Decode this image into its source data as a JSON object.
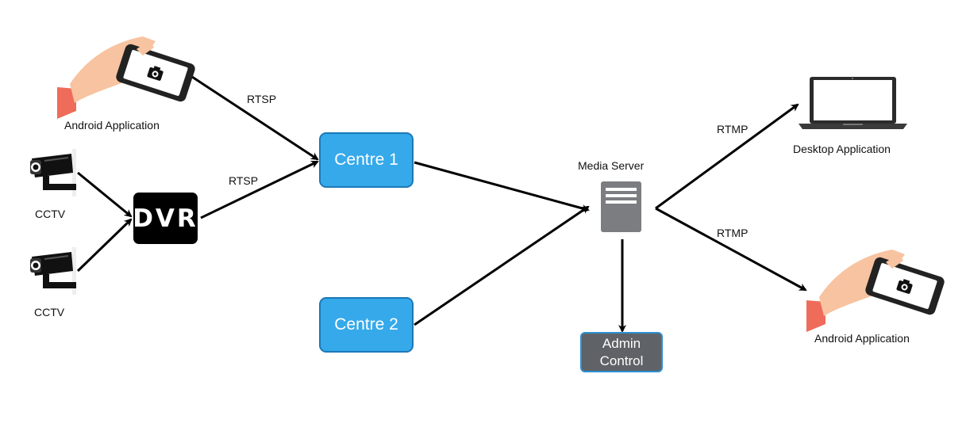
{
  "nodes": {
    "android_app_left": {
      "label": "Android Application"
    },
    "cctv_1": {
      "label": "CCTV"
    },
    "cctv_2": {
      "label": "CCTV"
    },
    "dvr": {
      "label": "DVR"
    },
    "centre_1": {
      "label": "Centre 1"
    },
    "centre_2": {
      "label": "Centre 2"
    },
    "media_server": {
      "label": "Media Server"
    },
    "admin_control": {
      "label": "Admin\nControl"
    },
    "desktop_app": {
      "label": "Desktop Application"
    },
    "android_app_right": {
      "label": "Android Application"
    }
  },
  "edges": {
    "android_to_centre1": {
      "protocol": "RTSP"
    },
    "dvr_to_centre1": {
      "protocol": "RTSP"
    },
    "server_to_desktop": {
      "protocol": "RTMP"
    },
    "server_to_android": {
      "protocol": "RTMP"
    }
  },
  "colors": {
    "centre_fill": "#35a9ea",
    "admin_fill": "#5f6266",
    "server_fill": "#7b7d80",
    "skin": "#f8c3a0",
    "cuff": "#ef6b5a"
  }
}
